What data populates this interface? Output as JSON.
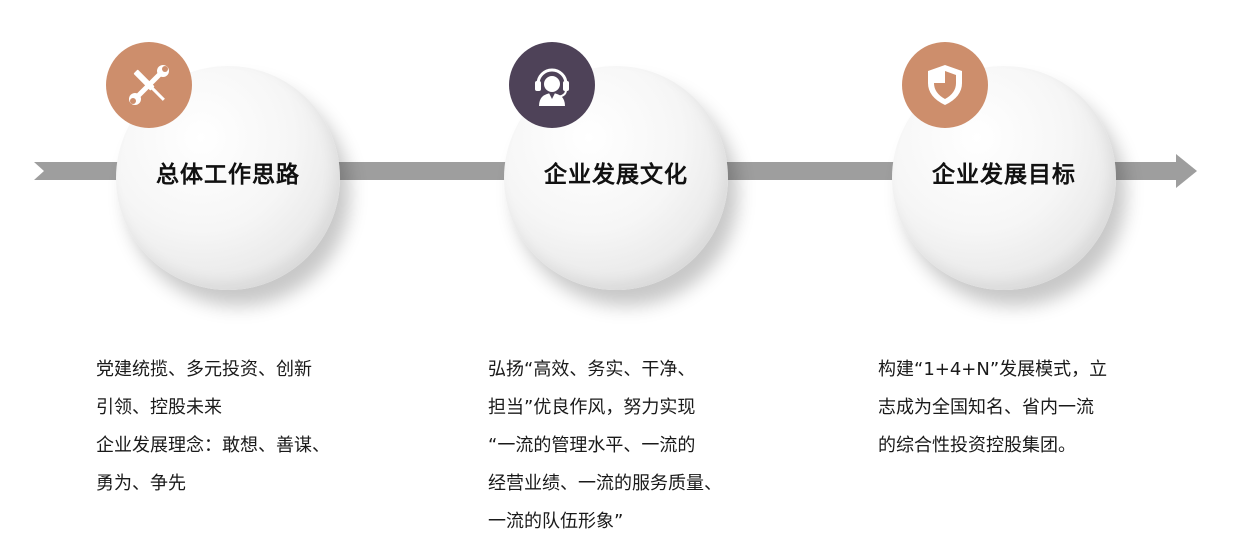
{
  "colors": {
    "accent_copper": "#CD8E6C",
    "accent_dark": "#4E4258",
    "connector": "#9E9E9E"
  },
  "steps": [
    {
      "title": "总体工作思路",
      "icon": "wrench-screwdriver-icon",
      "lines": [
        "党建统揽、多元投资、创新",
        "引领、控股未来",
        "企业发展理念：敢想、善谋、",
        "勇为、争先"
      ]
    },
    {
      "title": "企业发展文化",
      "icon": "customer-service-headset-icon",
      "lines": [
        "弘扬“高效、务实、干净、",
        "担当”优良作风，努力实现",
        "“一流的管理水平、一流的",
        "经营业绩、一流的服务质量、",
        "一流的队伍形象”"
      ]
    },
    {
      "title": "企业发展目标",
      "icon": "shield-icon",
      "lines": [
        "构建“1+4+N”发展模式，立",
        "志成为全国知名、省内一流",
        "的综合性投资控股集团。"
      ]
    }
  ]
}
